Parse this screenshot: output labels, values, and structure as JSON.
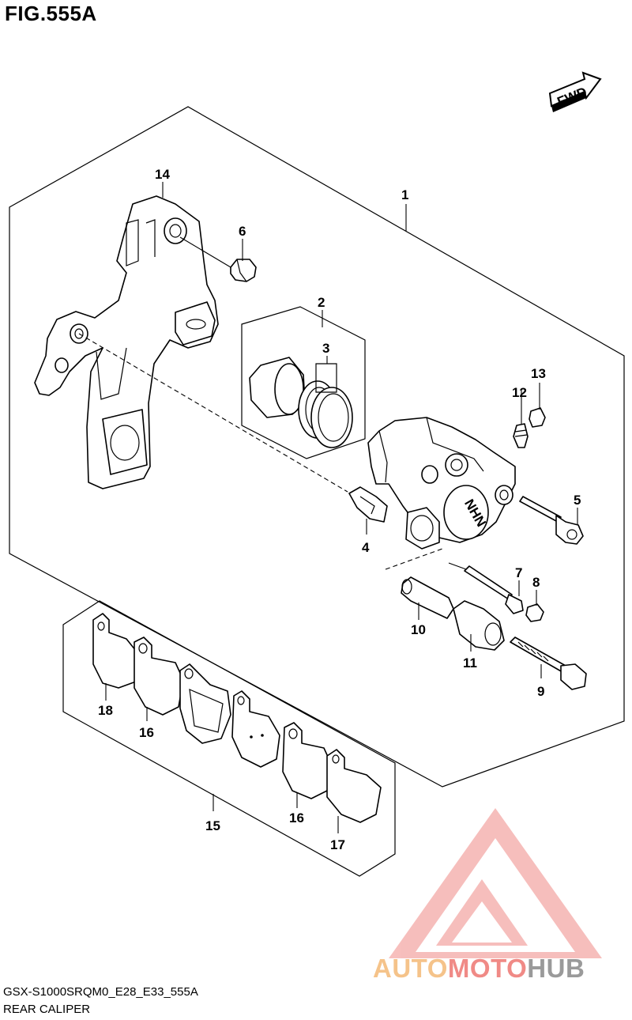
{
  "figure": {
    "title": "FIG.555A"
  },
  "footer": {
    "code": "GSX-S1000SRQM0_E28_E33_555A",
    "name": "REAR CALIPER"
  },
  "fwd_label": "FWD",
  "caliper_marking": "NHN",
  "watermark": {
    "part1": "AUTO",
    "part2": "MOTO",
    "part3": "HUB",
    "colors": {
      "auto": "#f5c38a",
      "moto": "#f08a86",
      "hub": "#9a9a9a",
      "logo": "#f08a86"
    }
  },
  "callouts": [
    {
      "id": "callout-1",
      "label": "1"
    },
    {
      "id": "callout-2",
      "label": "2"
    },
    {
      "id": "callout-3",
      "label": "3"
    },
    {
      "id": "callout-4",
      "label": "4"
    },
    {
      "id": "callout-5",
      "label": "5"
    },
    {
      "id": "callout-6",
      "label": "6"
    },
    {
      "id": "callout-7",
      "label": "7"
    },
    {
      "id": "callout-8",
      "label": "8"
    },
    {
      "id": "callout-9",
      "label": "9"
    },
    {
      "id": "callout-10",
      "label": "10"
    },
    {
      "id": "callout-11",
      "label": "11"
    },
    {
      "id": "callout-12",
      "label": "12"
    },
    {
      "id": "callout-13",
      "label": "13"
    },
    {
      "id": "callout-14",
      "label": "14"
    },
    {
      "id": "callout-15",
      "label": "15"
    },
    {
      "id": "callout-16a",
      "label": "16"
    },
    {
      "id": "callout-16b",
      "label": "16"
    },
    {
      "id": "callout-17",
      "label": "17"
    },
    {
      "id": "callout-18",
      "label": "18"
    }
  ]
}
